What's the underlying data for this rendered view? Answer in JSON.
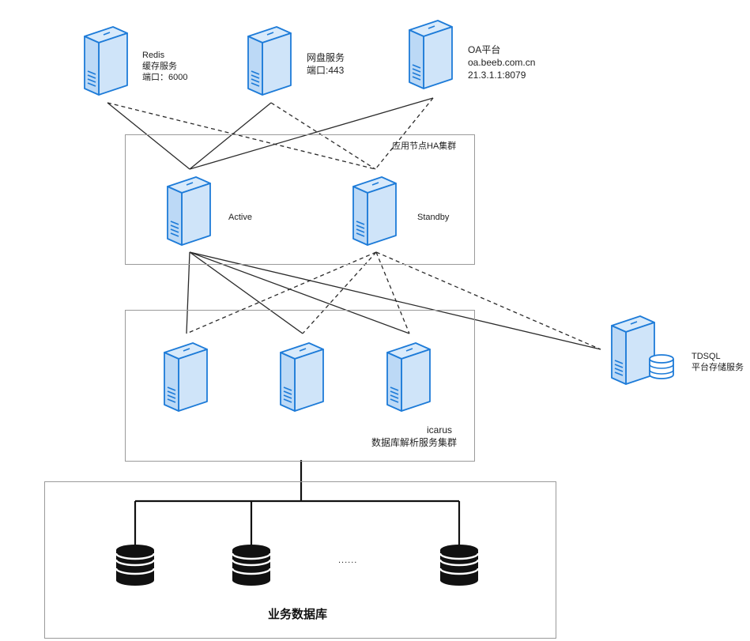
{
  "nodes": {
    "redis": {
      "lines": [
        "Redis",
        "缓存服务",
        "端口：6000"
      ]
    },
    "netdisk": {
      "lines": [
        "网盘服务",
        "端口:443"
      ]
    },
    "oa": {
      "lines": [
        "OA平台",
        "oa.beeb.com.cn",
        "21.3.1.1:8079"
      ]
    },
    "active": {
      "label": "Active"
    },
    "standby": {
      "label": "Standby"
    },
    "tdsql": {
      "lines": [
        "TDSQL",
        "平台存储服务"
      ]
    }
  },
  "groups": {
    "ha_cluster": {
      "label": "应用节点HA集群"
    },
    "icarus_cluster": {
      "lines": [
        "icarus",
        "数据库解析服务集群"
      ]
    },
    "business_db": {
      "label": "业务数据库",
      "ellipsis": "......"
    }
  },
  "colors": {
    "server_face": "#bcd9f6",
    "server_side": "#d8eafb",
    "server_stroke": "#1d7bd8",
    "line": "#2b2b2b",
    "box_border": "#9a9a9a",
    "db_fill": "#111111"
  },
  "icons": {
    "server": "server-icon",
    "database": "database-icon"
  }
}
